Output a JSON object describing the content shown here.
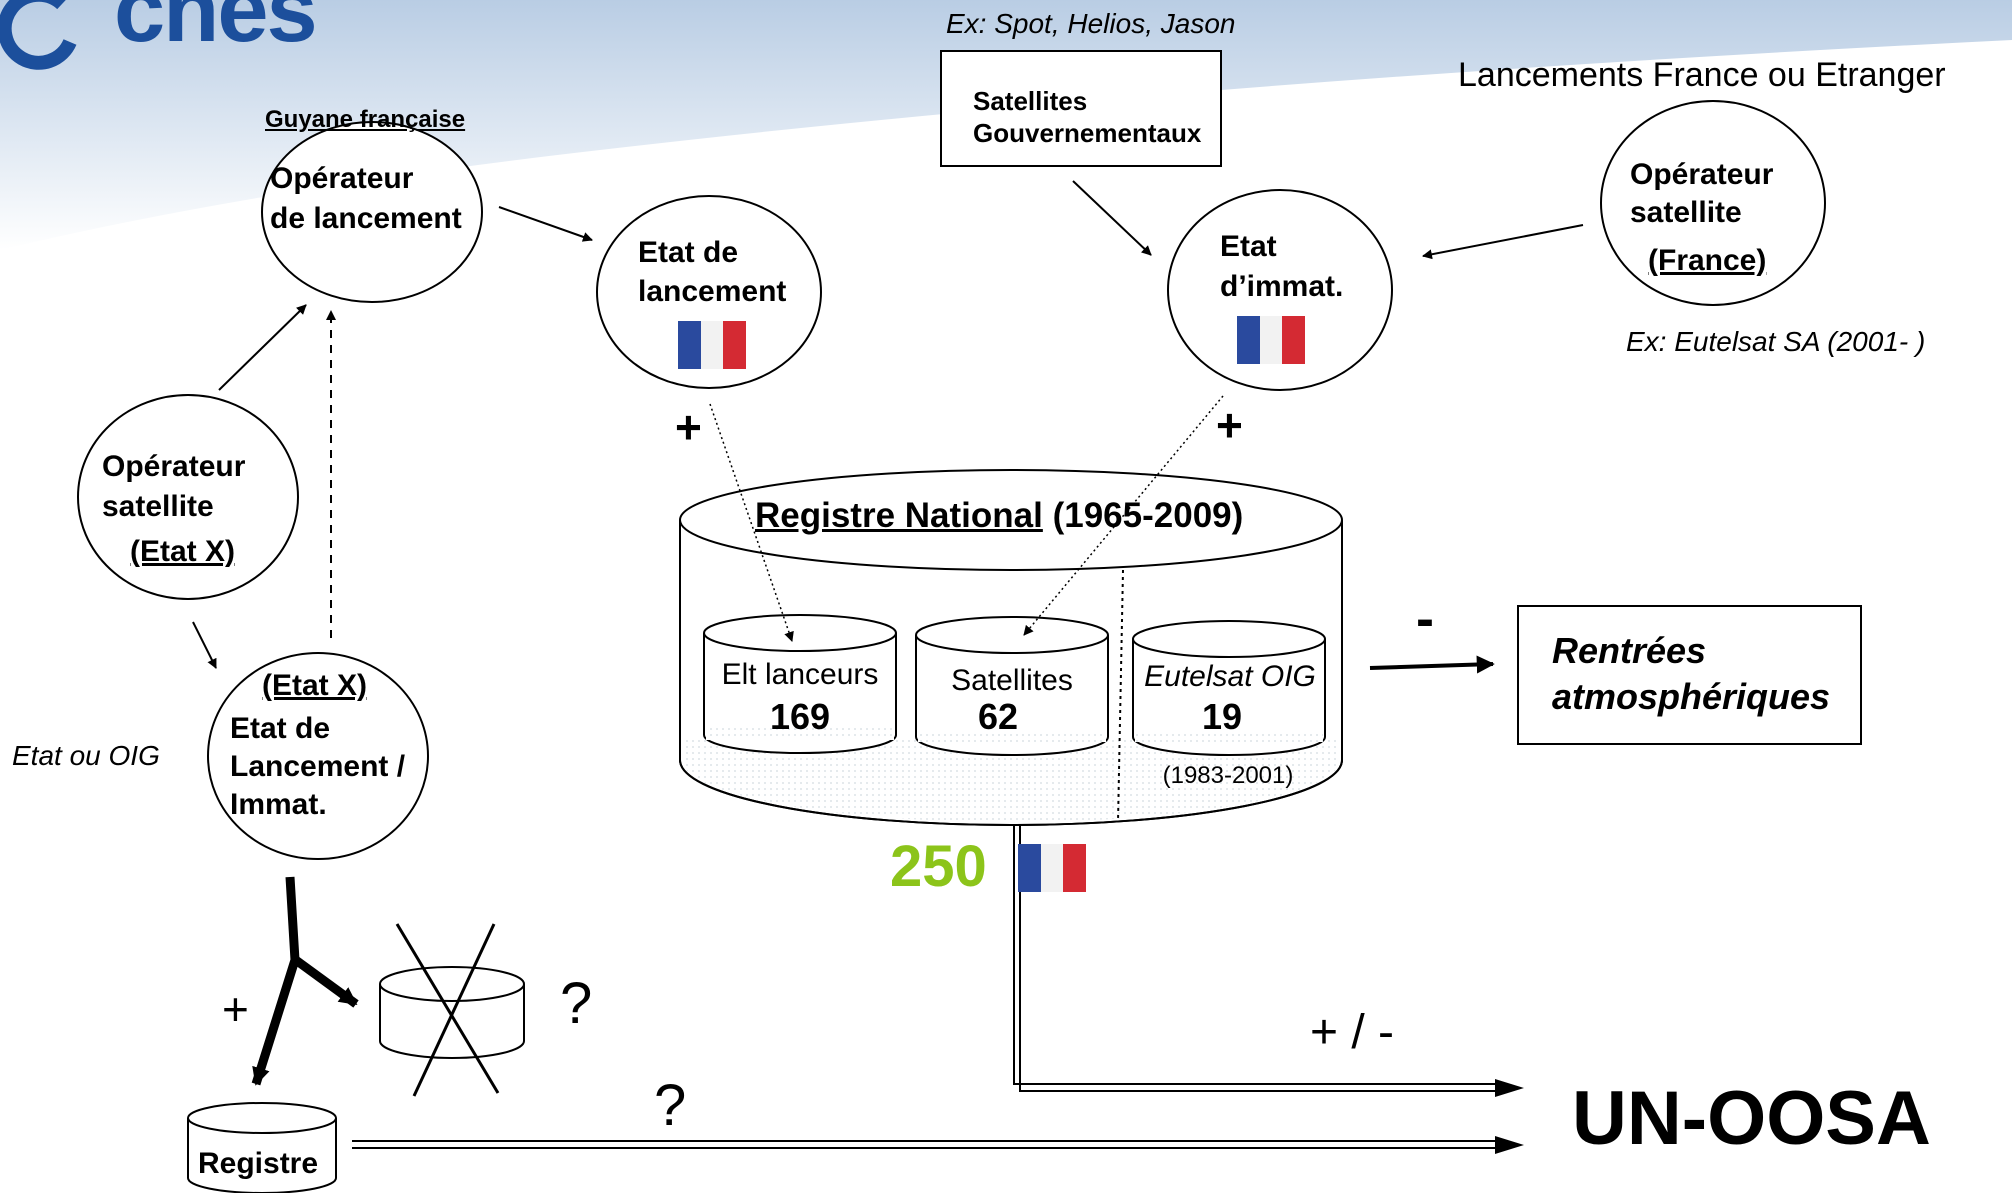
{
  "header": {
    "logo_text": "cnes",
    "example_gov": "Ex: Spot, Helios, Jason",
    "launches_title": "Lancements France ou Etranger",
    "example_eutelsat": "Ex: Eutelsat SA (2001-    )"
  },
  "nodes": {
    "guyane_label": "Guyane française",
    "launch_operator": {
      "line1": "Opérateur",
      "line2": "de lancement"
    },
    "launch_state": {
      "line1": "Etat de",
      "line2": "lancement"
    },
    "gov_satellites": {
      "line1": "Satellites",
      "line2": "Gouvernementaux"
    },
    "registry_state": {
      "line1": "Etat",
      "line2": "d’immat."
    },
    "sat_operator_france": {
      "line1": "Opérateur",
      "line2": "satellite",
      "line3": "(France)"
    },
    "sat_operator_x": {
      "line1": "Opérateur",
      "line2": "satellite",
      "line3": "(Etat X)"
    },
    "state_x": {
      "line1": "(Etat X)",
      "line2": "Etat de",
      "line3": "Lancement /",
      "line4": "Immat."
    },
    "state_or_oig": "Etat ou OIG",
    "registre": "Registre",
    "reentries": {
      "line1": "Rentrées",
      "line2": "atmosphériques"
    },
    "un_oosa": "UN-OOSA"
  },
  "national_register": {
    "title_underlined": "Registre National",
    "title_years": "(1965-2009)",
    "sub": [
      {
        "label": "Elt lanceurs",
        "value": "169"
      },
      {
        "label": "Satellites",
        "value": "62"
      },
      {
        "label": "Eutelsat OIG",
        "value": "19",
        "years": "(1983-2001)"
      }
    ],
    "total": "250"
  },
  "symbols": {
    "plus_launch": "+",
    "plus_immat": "+",
    "minus_reentry": "-",
    "plus_minus": "+ / -",
    "plus_registre": "+",
    "question_crossed": "?",
    "question_line": "?"
  },
  "colors": {
    "total_green": "#8cc41a",
    "flag_blue": "#2a4a9e",
    "flag_red": "#d42a33"
  }
}
